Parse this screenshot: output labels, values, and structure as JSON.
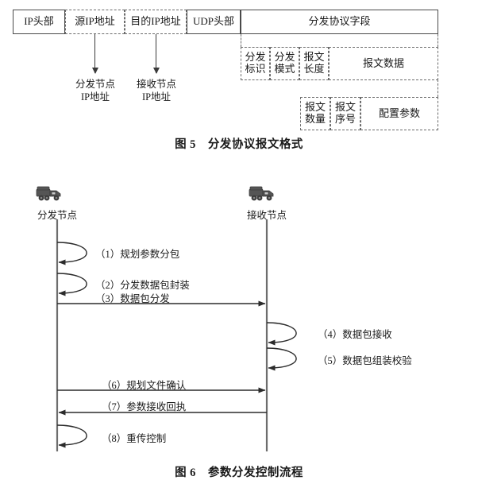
{
  "figure5": {
    "caption": "图 5　分发协议报文格式",
    "header_cells": [
      {
        "label": "IP头部",
        "style": "solid"
      },
      {
        "label": "源IP地址",
        "style": "dashed"
      },
      {
        "label": "目的IP地址",
        "style": "dashed"
      },
      {
        "label": "UDP头部",
        "style": "solid"
      },
      {
        "label": "分发协议字段",
        "style": "solid"
      }
    ],
    "protocol_row1": [
      {
        "line1": "分发",
        "line2": "标识"
      },
      {
        "line1": "分发",
        "line2": "模式"
      },
      {
        "line1": "报文",
        "line2": "长度"
      },
      {
        "line1": "报文数据",
        "line2": ""
      }
    ],
    "protocol_row2": [
      {
        "line1": "报文",
        "line2": "数量"
      },
      {
        "line1": "报文",
        "line2": "序号"
      },
      {
        "line1": "配置参数",
        "line2": ""
      }
    ],
    "annotations": [
      {
        "line1": "分发节点",
        "line2": "IP地址"
      },
      {
        "line1": "接收节点",
        "line2": "IP地址"
      }
    ]
  },
  "figure6": {
    "caption": "图 6　参数分发控制流程",
    "actors": [
      {
        "name": "分发节点",
        "icon": "truck-icon"
      },
      {
        "name": "接收节点",
        "icon": "truck-icon"
      }
    ],
    "messages": [
      {
        "id": "1",
        "label": "（1）规划参数分包",
        "kind": "self",
        "side": "left"
      },
      {
        "id": "2",
        "label": "（2）分发数据包封装",
        "kind": "self",
        "side": "left"
      },
      {
        "id": "3",
        "label": "（3）数据包分发",
        "kind": "arrow",
        "direction": "left-to-right"
      },
      {
        "id": "4",
        "label": "（4）数据包接收",
        "kind": "self",
        "side": "right"
      },
      {
        "id": "5",
        "label": "（5）数据包组装校验",
        "kind": "self",
        "side": "right"
      },
      {
        "id": "6",
        "label": "（6）规划文件确认",
        "kind": "arrow",
        "direction": "left-to-right"
      },
      {
        "id": "7",
        "label": "（7）参数接收回执",
        "kind": "arrow",
        "direction": "right-to-left"
      },
      {
        "id": "8",
        "label": "（8）重传控制",
        "kind": "self",
        "side": "left"
      }
    ]
  },
  "colors": {
    "line": "#4a4a4a",
    "dashed": "#6b6b6b",
    "text": "#1a1a1a",
    "background": "#ffffff"
  }
}
